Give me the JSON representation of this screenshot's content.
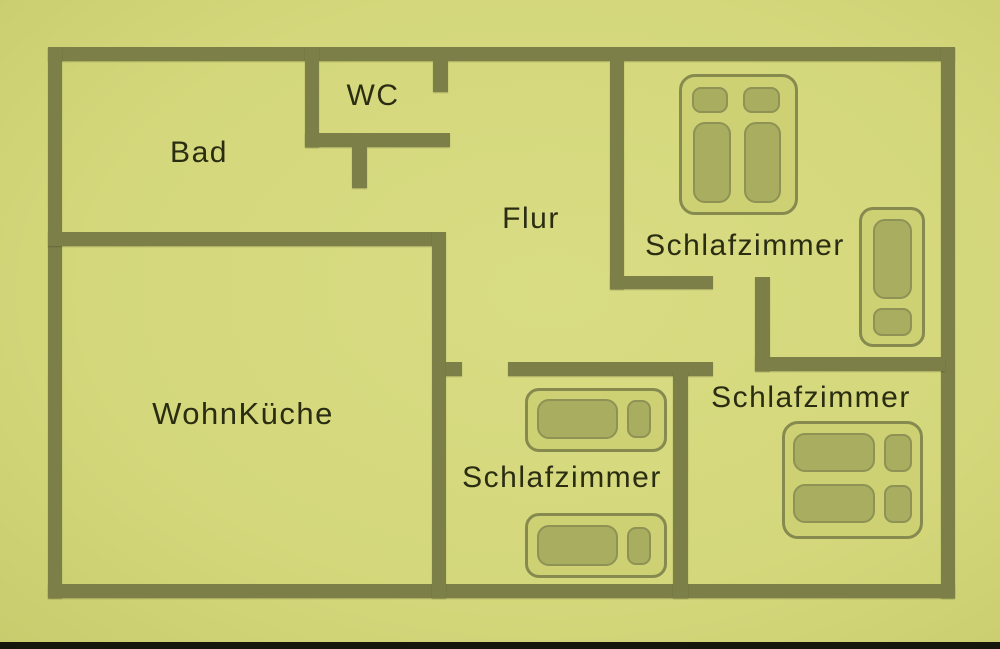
{
  "page": {
    "description": "Apartment floor plan (German labels)"
  },
  "rooms": {
    "bad": "Bad",
    "wc": "WC",
    "flur": "Flur",
    "wohnkueche": "WohnKüche",
    "schlafzimmer_top_right": "Schlafzimmer",
    "schlafzimmer_bottom_middle": "Schlafzimmer",
    "schlafzimmer_bottom_right": "Schlafzimmer"
  },
  "furniture": [
    {
      "name": "double-bed-icon",
      "room": "schlafzimmer_top_right"
    },
    {
      "name": "cot-bed-icon",
      "room": "schlafzimmer_top_right"
    },
    {
      "name": "single-bed-icon",
      "room": "schlafzimmer_bottom_middle"
    },
    {
      "name": "single-bed-icon",
      "room": "schlafzimmer_bottom_middle"
    },
    {
      "name": "double-bed-icon",
      "room": "schlafzimmer_bottom_right"
    }
  ],
  "colors": {
    "bg": "#d4d77b",
    "wall": "#7c8048",
    "bed_fill": "#cdd173",
    "furniture": "#a8ad60",
    "furniture_border": "#8e9254",
    "bed_border": "#868a4f",
    "text": "#2a2d12",
    "photo_edge": "#15160c"
  }
}
